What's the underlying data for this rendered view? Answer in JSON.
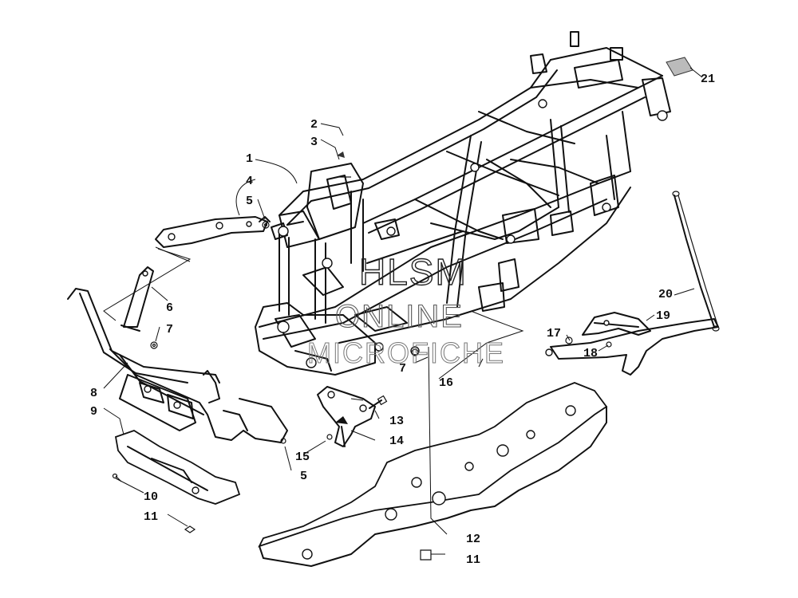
{
  "watermark": {
    "line1": "HLSM",
    "line2": "ONLINE",
    "line3": "MICROFICHE"
  },
  "callouts": [
    {
      "id": "1",
      "text": "1"
    },
    {
      "id": "2",
      "text": "2"
    },
    {
      "id": "3",
      "text": "3"
    },
    {
      "id": "4",
      "text": "4"
    },
    {
      "id": "5a",
      "text": "5"
    },
    {
      "id": "6",
      "text": "6"
    },
    {
      "id": "7a",
      "text": "7"
    },
    {
      "id": "7b",
      "text": "7"
    },
    {
      "id": "8",
      "text": "8"
    },
    {
      "id": "9",
      "text": "9"
    },
    {
      "id": "10",
      "text": "10"
    },
    {
      "id": "11a",
      "text": "11"
    },
    {
      "id": "11b",
      "text": "11"
    },
    {
      "id": "12",
      "text": "12"
    },
    {
      "id": "13",
      "text": "13"
    },
    {
      "id": "14",
      "text": "14"
    },
    {
      "id": "15",
      "text": "15"
    },
    {
      "id": "5b",
      "text": "5"
    },
    {
      "id": "16",
      "text": "16"
    },
    {
      "id": "17",
      "text": "17"
    },
    {
      "id": "18",
      "text": "18"
    },
    {
      "id": "19",
      "text": "19"
    },
    {
      "id": "20",
      "text": "20"
    },
    {
      "id": "21",
      "text": "21"
    }
  ]
}
